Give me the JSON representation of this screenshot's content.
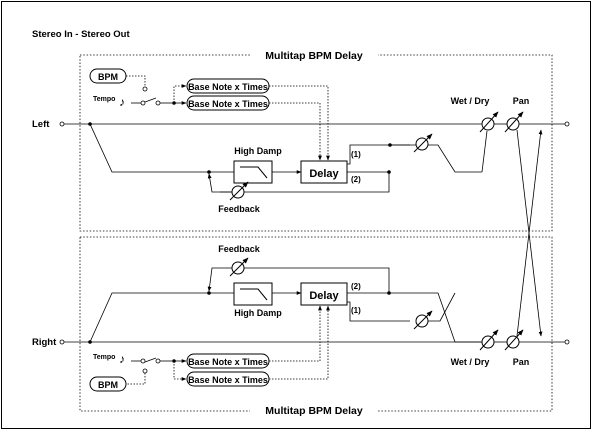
{
  "header": {
    "title": "Stereo In - Stereo Out"
  },
  "blocks": {
    "top": {
      "title": "Multitap BPM Delay"
    },
    "bottom": {
      "title": "Multitap BPM Delay"
    }
  },
  "labels": {
    "bpm": "BPM",
    "tempo": "Tempo",
    "base_note_times": "Base Note x Times",
    "high_damp": "High Damp",
    "delay": "Delay",
    "feedback": "Feedback",
    "tap1": "(1)",
    "tap2": "(2)",
    "wet_dry": "Wet / Dry",
    "pan": "Pan"
  },
  "io": {
    "left": "Left",
    "right": "Right"
  }
}
